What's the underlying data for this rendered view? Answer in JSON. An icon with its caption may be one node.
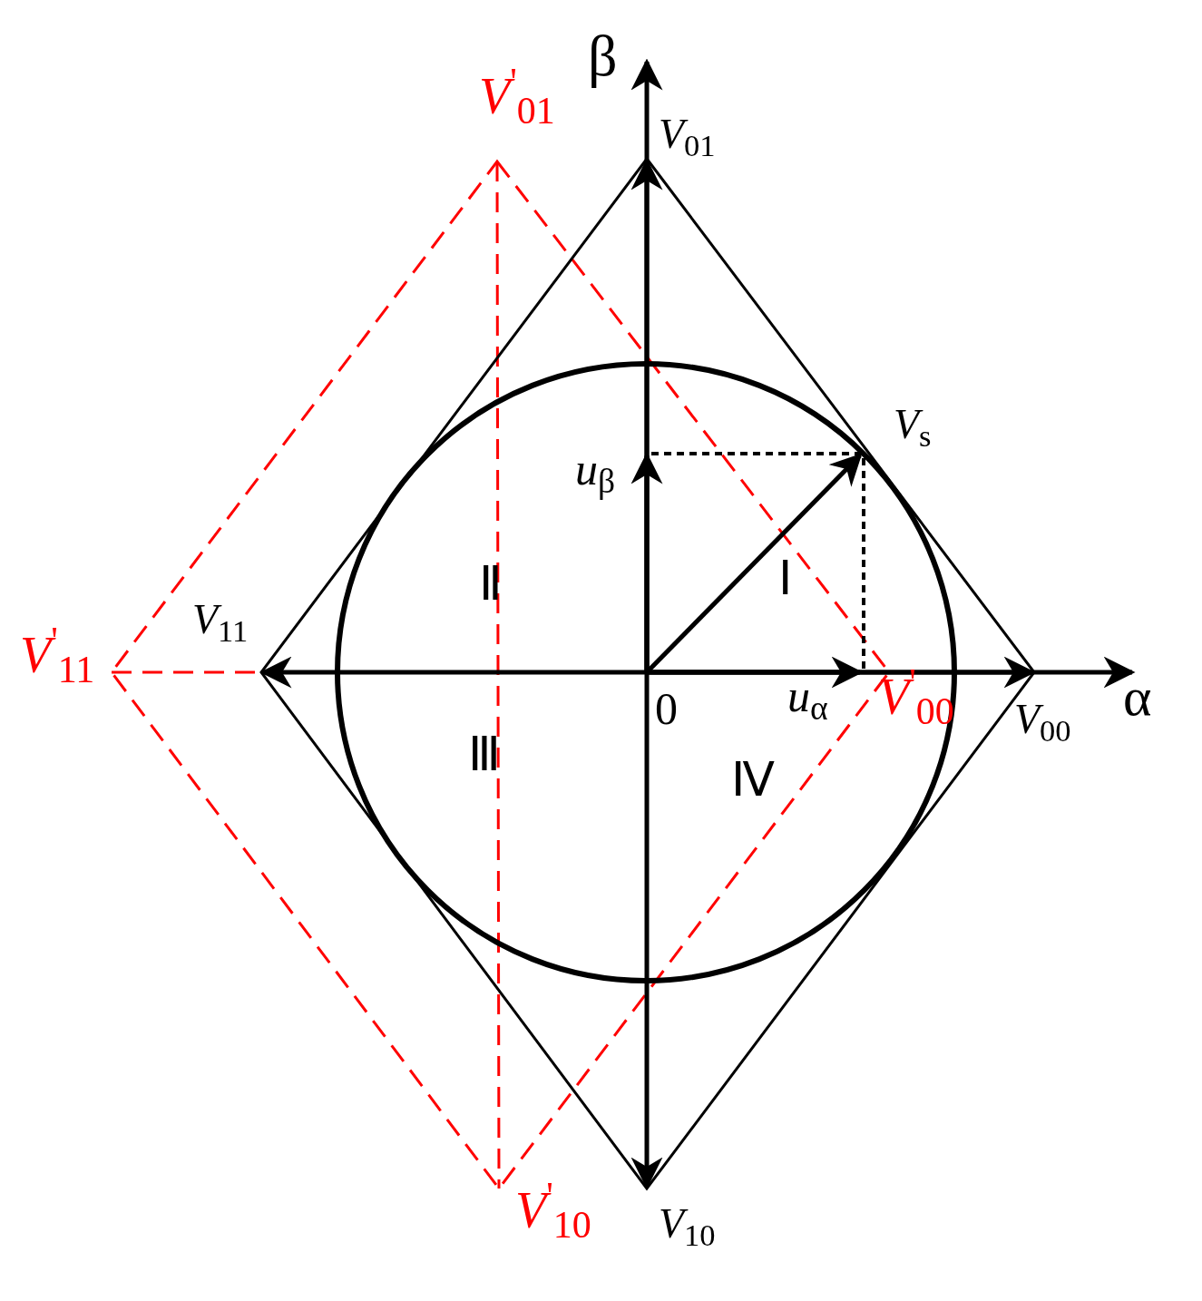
{
  "diagram": {
    "labels": [
      "β",
      "*V*$^{'}$$_{01}$",
      "*V*$_{01}$",
      "*V*$_{s}$",
      "*u*$_{β}$",
      "Ⅱ",
      "Ⅰ",
      "*V*$_{11}$",
      "*V*$^{'}$$_{11}$",
      "0",
      "*u*$_{α}$",
      "*V*$^{'}$$_{00}$",
      "*V*$_{00}$",
      "α",
      "Ⅲ",
      "Ⅳ",
      "*V*$^{'}$$_{10}$",
      "*V*$_{10}$"
    ]
  }
}
